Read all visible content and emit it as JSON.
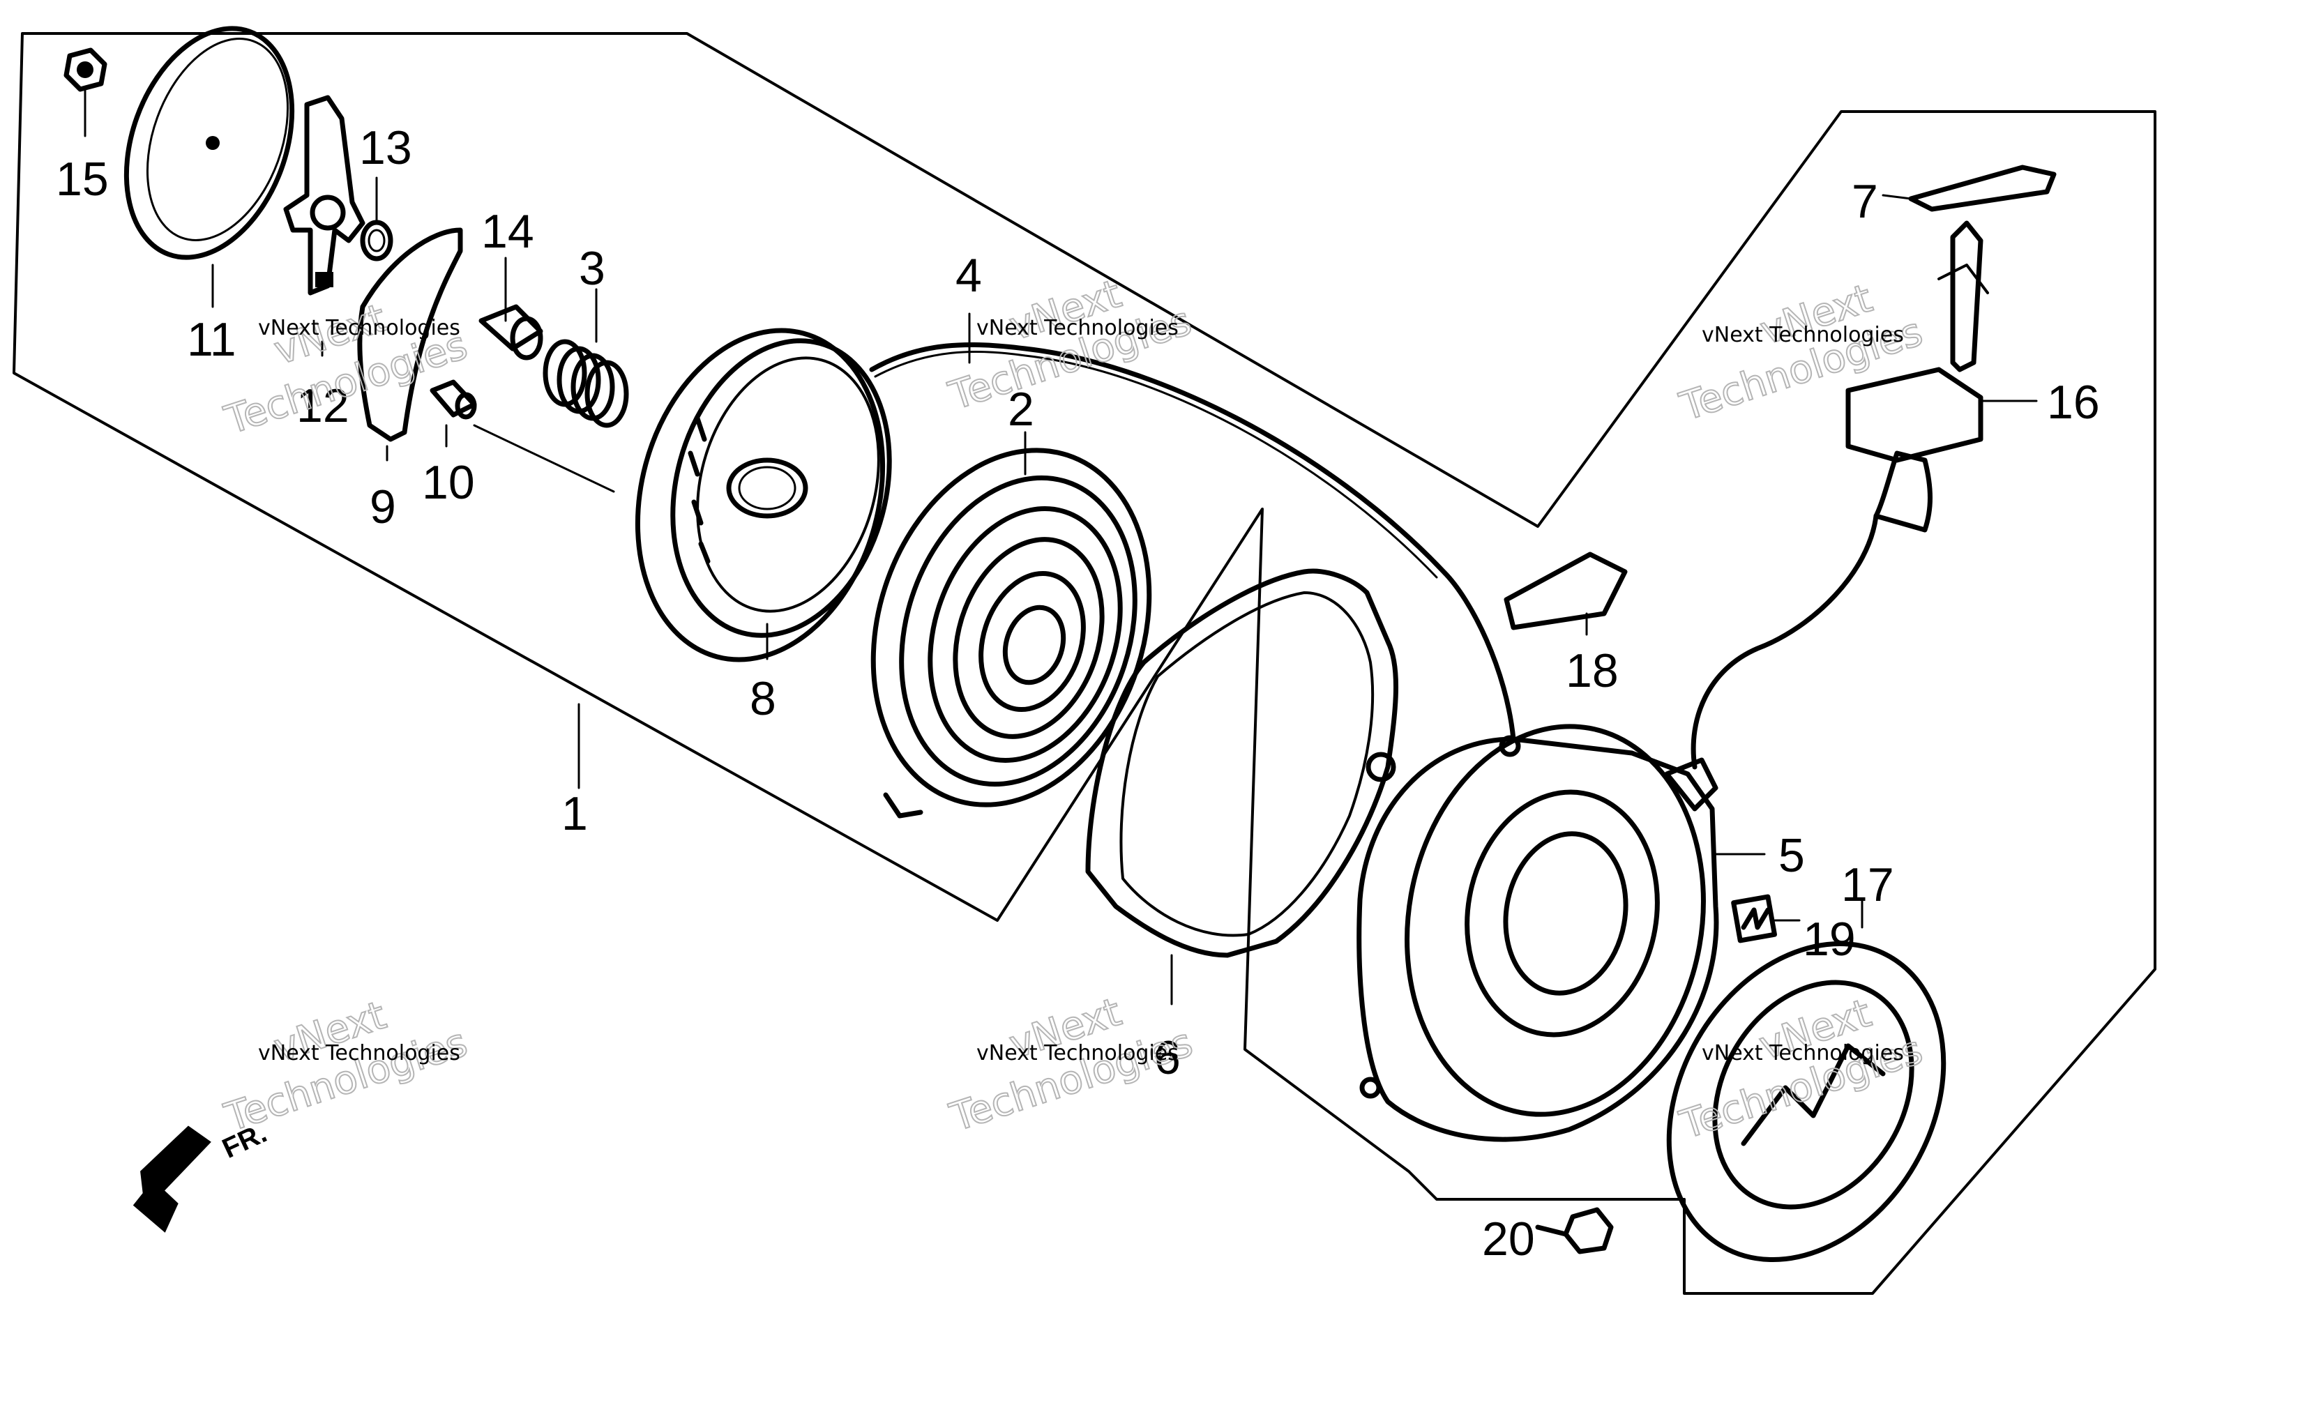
{
  "diagram": {
    "direction_label": "FR.",
    "watermark": {
      "line1": "vNext Technologies",
      "line2": "vNext",
      "line3": "Technologies"
    },
    "callouts": [
      {
        "id": "c1",
        "text": "1"
      },
      {
        "id": "c2",
        "text": "2"
      },
      {
        "id": "c3",
        "text": "3"
      },
      {
        "id": "c4",
        "text": "4"
      },
      {
        "id": "c5",
        "text": "5"
      },
      {
        "id": "c6",
        "text": "6"
      },
      {
        "id": "c7",
        "text": "7"
      },
      {
        "id": "c8",
        "text": "8"
      },
      {
        "id": "c9",
        "text": "9"
      },
      {
        "id": "c10",
        "text": "10"
      },
      {
        "id": "c11",
        "text": "11"
      },
      {
        "id": "c12",
        "text": "12"
      },
      {
        "id": "c13",
        "text": "13"
      },
      {
        "id": "c14",
        "text": "14"
      },
      {
        "id": "c15",
        "text": "15"
      },
      {
        "id": "c16",
        "text": "16"
      },
      {
        "id": "c17",
        "text": "17"
      },
      {
        "id": "c18",
        "text": "18"
      },
      {
        "id": "c19",
        "text": "19"
      },
      {
        "id": "c20",
        "text": "20"
      }
    ],
    "colors": {
      "ink": "#000000",
      "paper": "#ffffff",
      "watermark": "#b5b5b5"
    }
  }
}
